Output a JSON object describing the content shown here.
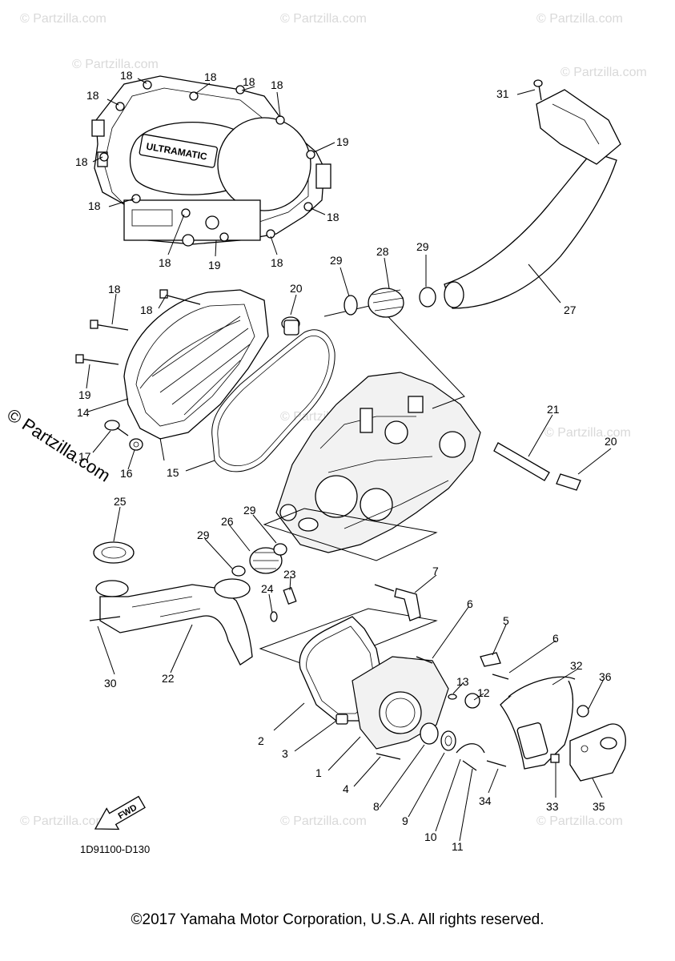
{
  "diagram": {
    "ref_code": "1D91100-D130",
    "fwd_label": "FWD",
    "cover_text": "ULTRAMATIC",
    "copyright": "©2017 Yamaha Motor Corporation, U.S.A. All rights reserved.",
    "side_watermark": "© Partzilla.com",
    "watermark": "© Partzilla.com",
    "callouts": [
      {
        "id": "c18a",
        "text": "18"
      },
      {
        "id": "c18b",
        "text": "18"
      },
      {
        "id": "c18c",
        "text": "18"
      },
      {
        "id": "c18d",
        "text": "18"
      },
      {
        "id": "c18e",
        "text": "18"
      },
      {
        "id": "c18f",
        "text": "18"
      },
      {
        "id": "c18g",
        "text": "18"
      },
      {
        "id": "c18h",
        "text": "18"
      },
      {
        "id": "c18i",
        "text": "18"
      },
      {
        "id": "c18j",
        "text": "18"
      },
      {
        "id": "c18k",
        "text": "18"
      },
      {
        "id": "c18l",
        "text": "18"
      },
      {
        "id": "c19a",
        "text": "19"
      },
      {
        "id": "c19b",
        "text": "19"
      },
      {
        "id": "c19c",
        "text": "19"
      },
      {
        "id": "c31",
        "text": "31"
      },
      {
        "id": "c29a",
        "text": "29"
      },
      {
        "id": "c28",
        "text": "28"
      },
      {
        "id": "c29b",
        "text": "29"
      },
      {
        "id": "c27",
        "text": "27"
      },
      {
        "id": "c20a",
        "text": "20"
      },
      {
        "id": "c14",
        "text": "14"
      },
      {
        "id": "c17",
        "text": "17"
      },
      {
        "id": "c16",
        "text": "16"
      },
      {
        "id": "c15",
        "text": "15"
      },
      {
        "id": "c21",
        "text": "21"
      },
      {
        "id": "c20b",
        "text": "20"
      },
      {
        "id": "c25",
        "text": "25"
      },
      {
        "id": "c29c",
        "text": "29"
      },
      {
        "id": "c26",
        "text": "26"
      },
      {
        "id": "c29d",
        "text": "29"
      },
      {
        "id": "c23",
        "text": "23"
      },
      {
        "id": "c24",
        "text": "24"
      },
      {
        "id": "c7",
        "text": "7"
      },
      {
        "id": "c30",
        "text": "30"
      },
      {
        "id": "c22",
        "text": "22"
      },
      {
        "id": "c6a",
        "text": "6"
      },
      {
        "id": "c5",
        "text": "5"
      },
      {
        "id": "c6b",
        "text": "6"
      },
      {
        "id": "c32",
        "text": "32"
      },
      {
        "id": "c36",
        "text": "36"
      },
      {
        "id": "c13",
        "text": "13"
      },
      {
        "id": "c12",
        "text": "12"
      },
      {
        "id": "c2",
        "text": "2"
      },
      {
        "id": "c3",
        "text": "3"
      },
      {
        "id": "c1",
        "text": "1"
      },
      {
        "id": "c4",
        "text": "4"
      },
      {
        "id": "c8",
        "text": "8"
      },
      {
        "id": "c9",
        "text": "9"
      },
      {
        "id": "c10",
        "text": "10"
      },
      {
        "id": "c11",
        "text": "11"
      },
      {
        "id": "c34",
        "text": "34"
      },
      {
        "id": "c33",
        "text": "33"
      },
      {
        "id": "c35",
        "text": "35"
      }
    ]
  }
}
